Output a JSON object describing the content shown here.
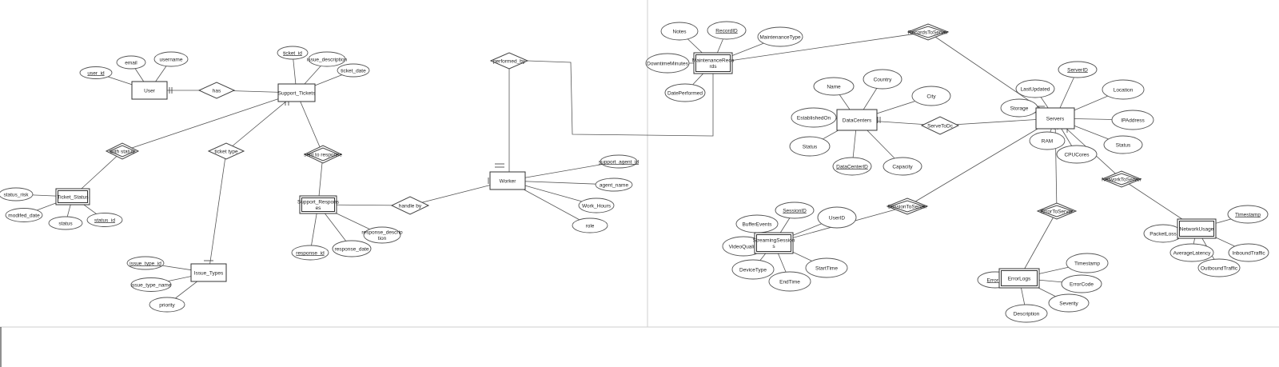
{
  "entities": [
    {
      "id": "user",
      "label": "User",
      "weak": false
    },
    {
      "id": "support_tickets",
      "label": "Support_Tickets",
      "weak": false
    },
    {
      "id": "ticket_status",
      "label": "Ticket_Status",
      "weak": true
    },
    {
      "id": "issue_types",
      "label": "Issue_Types",
      "weak": false
    },
    {
      "id": "support_responses",
      "label": "Support_Respons es",
      "weak": true
    },
    {
      "id": "worker",
      "label": "Worker",
      "weak": false
    },
    {
      "id": "maintenance_records",
      "label": "MaintenanceReco rds",
      "weak": true
    },
    {
      "id": "datacenters",
      "label": "DataCenters",
      "weak": false
    },
    {
      "id": "servers",
      "label": "Servers",
      "weak": false
    },
    {
      "id": "streaming_sessions",
      "label": "StreamingSession s",
      "weak": true
    },
    {
      "id": "errorlogs",
      "label": "ErrorLogs",
      "weak": true
    },
    {
      "id": "networkusage",
      "label": "NetworkUsage",
      "weak": true
    }
  ],
  "relationships": [
    {
      "id": "has",
      "label": "has",
      "identifying": false
    },
    {
      "id": "with_status",
      "label": "with status",
      "identifying": true
    },
    {
      "id": "ticket_type",
      "label": "ticket type",
      "identifying": false
    },
    {
      "id": "sent_to_response",
      "label": "sent to response",
      "identifying": true
    },
    {
      "id": "handle_by",
      "label": "handle by",
      "identifying": false
    },
    {
      "id": "performed_by",
      "label": "performed_by",
      "identifying": false
    },
    {
      "id": "records_to_server",
      "label": "RecordsToServer",
      "identifying": true
    },
    {
      "id": "serve_to_dc",
      "label": "ServeToDc",
      "identifying": false
    },
    {
      "id": "session_to_server",
      "label": "SessionToServer",
      "identifying": true
    },
    {
      "id": "error_to_server",
      "label": "ErrorToServer",
      "identifying": true
    },
    {
      "id": "network_to_server",
      "label": "NetworkToServer",
      "identifying": true
    }
  ],
  "attributes": [
    {
      "id": "user_id",
      "label": "user_id",
      "key": true
    },
    {
      "id": "email",
      "label": "email",
      "key": false
    },
    {
      "id": "username",
      "label": "username",
      "key": false
    },
    {
      "id": "ticket_id",
      "label": "ticket_id",
      "key": true
    },
    {
      "id": "issue_description",
      "label": "issue_description",
      "key": false
    },
    {
      "id": "ticket_date",
      "label": "ticket_date",
      "key": false
    },
    {
      "id": "status_risk",
      "label": "status_risk",
      "key": false
    },
    {
      "id": "modifed_date",
      "label": "modifed_date",
      "key": false
    },
    {
      "id": "status_ts",
      "label": "status",
      "key": false
    },
    {
      "id": "status_id",
      "label": "status_id",
      "key": true
    },
    {
      "id": "issue_type_id",
      "label": "issue_type_id",
      "key": true
    },
    {
      "id": "issue_type_name",
      "label": "issue_type_name",
      "key": false
    },
    {
      "id": "priority",
      "label": "priority",
      "key": false
    },
    {
      "id": "response_id",
      "label": "response_id",
      "key": true
    },
    {
      "id": "response_date",
      "label": "response_date",
      "key": false
    },
    {
      "id": "response_description",
      "label": "response_descrip tion",
      "key": false
    },
    {
      "id": "support_agent_id",
      "label": "support_agent_id",
      "key": true
    },
    {
      "id": "agent_name",
      "label": "agent_name",
      "key": false
    },
    {
      "id": "work_hours",
      "label": "Work_Hours",
      "key": false
    },
    {
      "id": "role",
      "label": "role",
      "key": false
    },
    {
      "id": "notes",
      "label": "Notes",
      "key": false
    },
    {
      "id": "record_id",
      "label": "RecordID",
      "key": true
    },
    {
      "id": "maintenance_type",
      "label": "MaintenanceType",
      "key": false
    },
    {
      "id": "downtime_minutes",
      "label": "DowntimeMinutes",
      "key": false
    },
    {
      "id": "date_performed",
      "label": "DatePerformed",
      "key": false
    },
    {
      "id": "dc_name",
      "label": "Name",
      "key": false
    },
    {
      "id": "country",
      "label": "Country",
      "key": false
    },
    {
      "id": "city",
      "label": "City",
      "key": false
    },
    {
      "id": "established_on",
      "label": "EstablishedOn",
      "key": false
    },
    {
      "id": "dc_status",
      "label": "Status",
      "key": false
    },
    {
      "id": "datacenter_id",
      "label": "DataCenterID",
      "key": true
    },
    {
      "id": "capacity",
      "label": "Capacity",
      "key": false
    },
    {
      "id": "server_id",
      "label": "ServerID",
      "key": true
    },
    {
      "id": "last_updated",
      "label": "LastUpdated",
      "key": false
    },
    {
      "id": "location",
      "label": "Location",
      "key": false
    },
    {
      "id": "storage",
      "label": "Storage",
      "key": false
    },
    {
      "id": "ip_address",
      "label": "IPAddress",
      "key": false
    },
    {
      "id": "ram",
      "label": "RAM",
      "key": false
    },
    {
      "id": "cpu_cores",
      "label": "CPUCores",
      "key": false
    },
    {
      "id": "srv_status",
      "label": "Status",
      "key": false
    },
    {
      "id": "buffer_events",
      "label": "BufferEvents",
      "key": false
    },
    {
      "id": "session_id",
      "label": "SessionID",
      "key": true
    },
    {
      "id": "user_id2",
      "label": "UserID",
      "key": false
    },
    {
      "id": "video_quality",
      "label": "VideoQuality",
      "key": false
    },
    {
      "id": "device_type",
      "label": "DeviceType",
      "key": false
    },
    {
      "id": "end_time",
      "label": "EndTime",
      "key": false
    },
    {
      "id": "start_time",
      "label": "StartTime",
      "key": false
    },
    {
      "id": "error_id",
      "label": "ErrorID",
      "key": true
    },
    {
      "id": "timestamp_el",
      "label": "Timestamp",
      "key": false
    },
    {
      "id": "error_code",
      "label": "ErrorCode",
      "key": false
    },
    {
      "id": "severity",
      "label": "Severity",
      "key": false
    },
    {
      "id": "description",
      "label": "Description",
      "key": false
    },
    {
      "id": "timestamp_nu",
      "label": "Timestamp",
      "key": true
    },
    {
      "id": "packet_loss",
      "label": "PacketLoss",
      "key": false
    },
    {
      "id": "average_latency",
      "label": "AverageLatency",
      "key": false
    },
    {
      "id": "inbound_traffic",
      "label": "InboundTraffic",
      "key": false
    },
    {
      "id": "outbound_traffic",
      "label": "OutboundTraffic",
      "key": false
    }
  ]
}
